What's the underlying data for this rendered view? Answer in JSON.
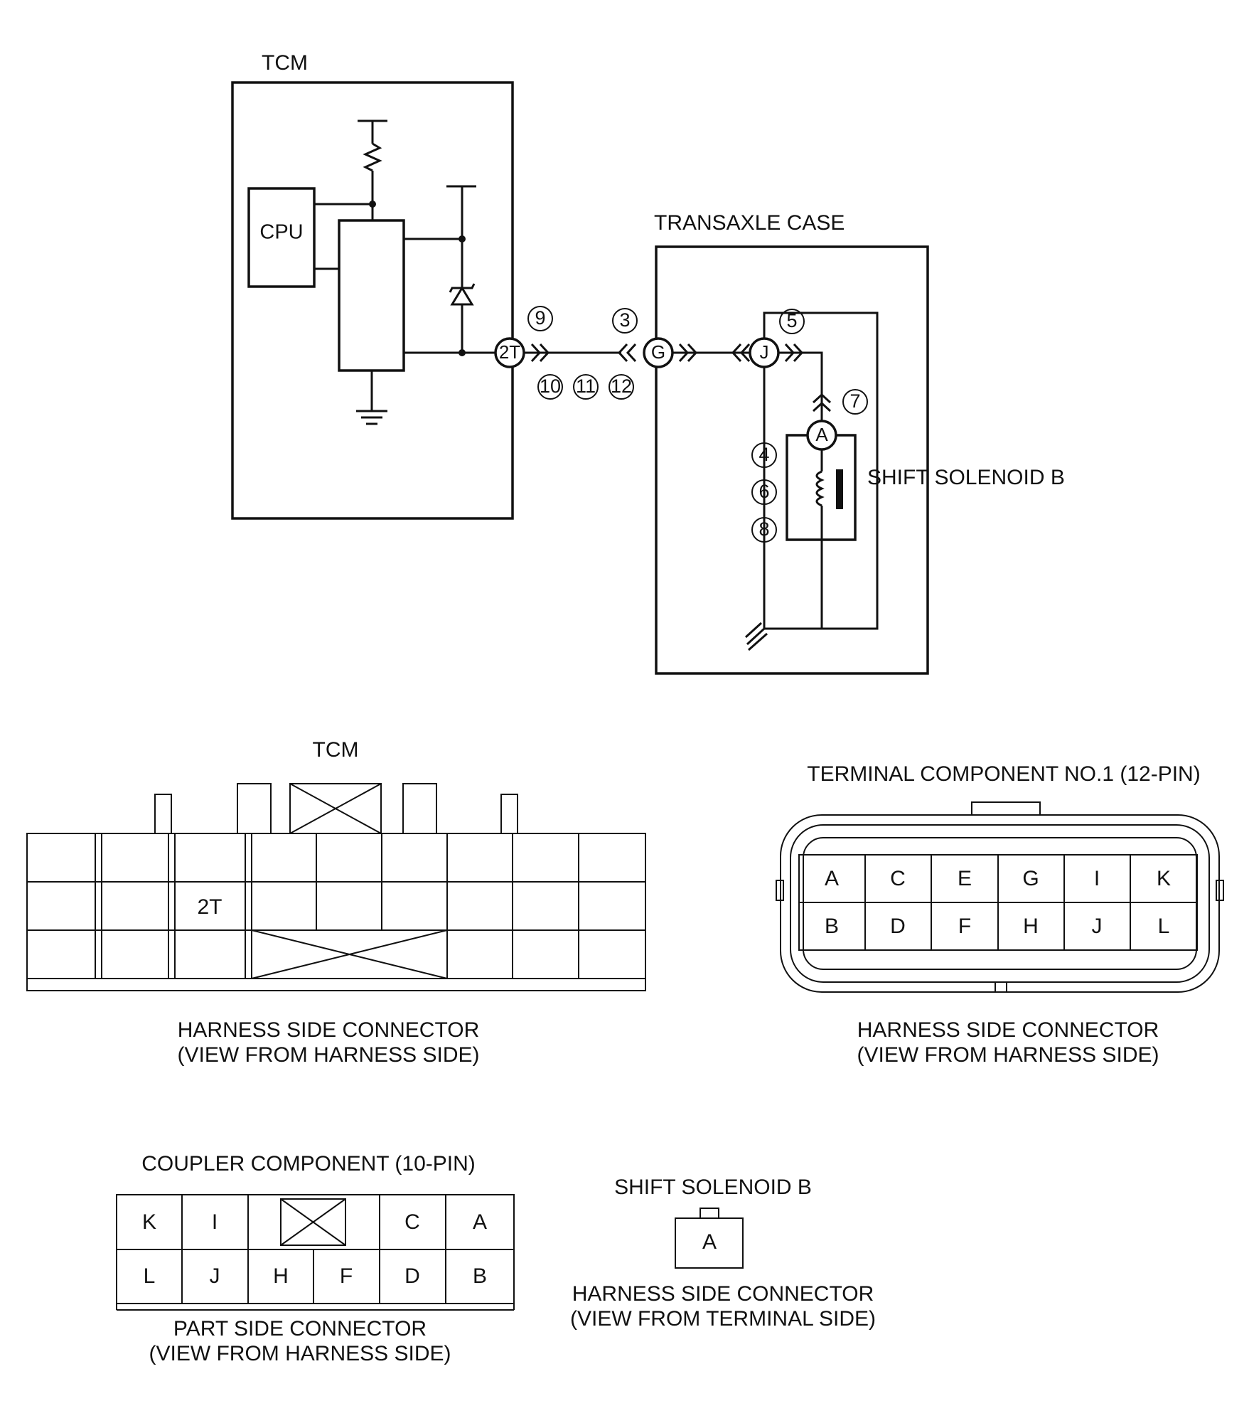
{
  "schematic": {
    "tcm_title": "TCM",
    "cpu_label": "CPU",
    "tcm_terminal": "2T",
    "case_title": "TRANSAXLE CASE",
    "connector_g": "G",
    "connector_j": "J",
    "solenoid_pin": "A",
    "solenoid_label": "SHIFT SOLENOID B",
    "step_refs": {
      "s3": "3",
      "s4": "4",
      "s5": "5",
      "s6": "6",
      "s7": "7",
      "s8": "8",
      "s9": "9",
      "s10": "10",
      "s11": "11",
      "s12": "12"
    }
  },
  "tcm_connector": {
    "title": "TCM",
    "pin_2t": "2T",
    "caption_line1": "HARNESS SIDE CONNECTOR",
    "caption_line2": "(VIEW FROM HARNESS SIDE)"
  },
  "terminal_component": {
    "title": "TERMINAL COMPONENT NO.1 (12-PIN)",
    "top_row": [
      "A",
      "C",
      "E",
      "G",
      "I",
      "K"
    ],
    "bottom_row": [
      "B",
      "D",
      "F",
      "H",
      "J",
      "L"
    ],
    "caption_line1": "HARNESS SIDE CONNECTOR",
    "caption_line2": "(VIEW FROM HARNESS SIDE)"
  },
  "coupler_component": {
    "title": "COUPLER COMPONENT (10-PIN)",
    "top_row": [
      "K",
      "I",
      "",
      "C",
      "A"
    ],
    "bottom_row": [
      "L",
      "J",
      "H",
      "F",
      "D",
      "B"
    ],
    "caption_line1": "PART SIDE CONNECTOR",
    "caption_line2": "(VIEW FROM HARNESS SIDE)"
  },
  "solenoid_connector": {
    "title": "SHIFT SOLENOID B",
    "pin": "A",
    "caption_line1": "HARNESS SIDE CONNECTOR",
    "caption_line2": "(VIEW FROM TERMINAL SIDE)"
  }
}
